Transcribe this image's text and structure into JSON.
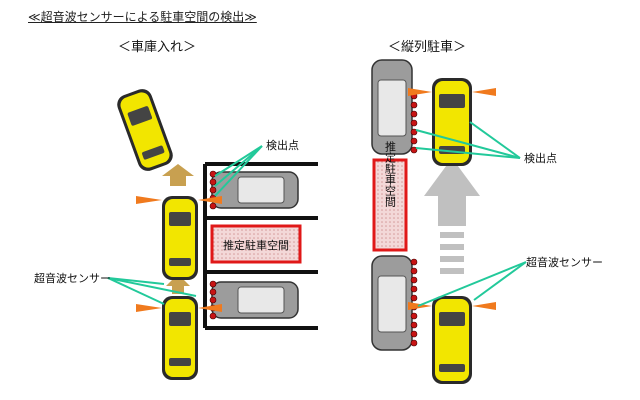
{
  "title": "≪超音波センサーによる駐車空間の検出≫",
  "left_section": {
    "heading": "＜車庫入れ＞",
    "parking_space_label": "推定駐車空間",
    "detection_point_label": "検出点",
    "sensor_label": "超音波センサー"
  },
  "right_section": {
    "heading": "＜縦列駐車＞",
    "parking_space_label": "推定駐車空間",
    "detection_point_label": "検出点",
    "sensor_label": "超音波センサー"
  },
  "colors": {
    "car_body": "#f2e600",
    "parked_car_body": "#9c9c9c",
    "sensor_wave": "#f07a1e",
    "detection_dot": "#c81414",
    "pointer_line": "#22c99a",
    "space_border": "#e01818",
    "space_fill": "#f3d8d8",
    "motion_arrow_left": "#c8a050",
    "motion_arrow_right": "#c0c0c0"
  }
}
